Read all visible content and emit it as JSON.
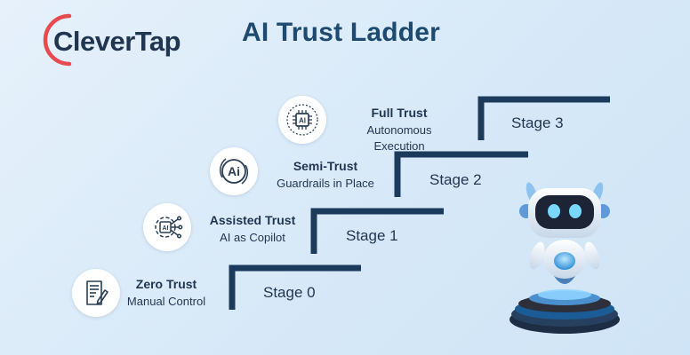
{
  "brand": {
    "name": "CleverTap",
    "accent": "#e84a4f"
  },
  "title": "AI Trust Ladder",
  "stages": [
    {
      "label": "Stage 0",
      "title": "Zero Trust",
      "subtitle": "Manual Control",
      "icon": "document-pen-icon"
    },
    {
      "label": "Stage 1",
      "title": "Assisted Trust",
      "subtitle": "AI as Copilot",
      "icon": "ai-chip-gear-icon"
    },
    {
      "label": "Stage 2",
      "title": "Semi-Trust",
      "subtitle": "Guardrails in Place",
      "icon": "ai-badge-icon"
    },
    {
      "label": "Stage 3",
      "title": "Full Trust",
      "subtitle": "Autonomous Execution",
      "icon": "ai-chip-icon"
    }
  ],
  "colors": {
    "step": "#1c3a5c",
    "title": "#1d4a6e",
    "robot_glow": "#58b6f2"
  }
}
